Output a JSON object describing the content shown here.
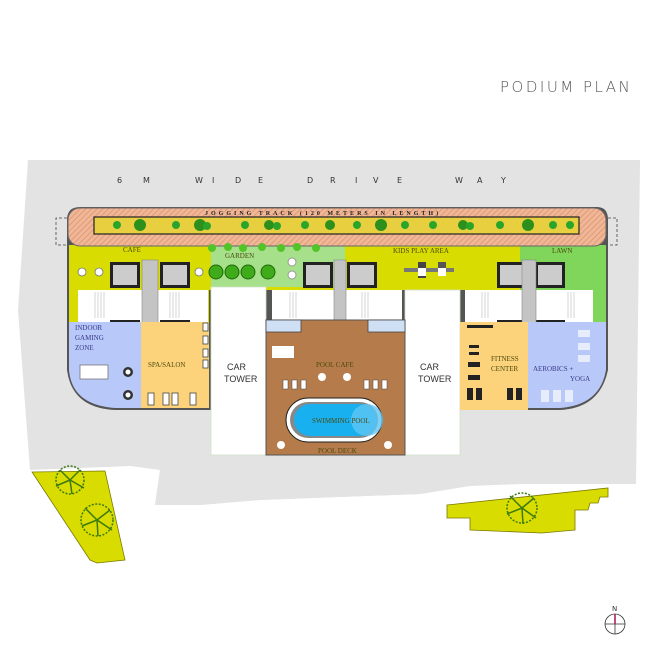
{
  "title": "PODIUM PLAN",
  "driveway_label": [
    "6",
    "M",
    "W",
    "I",
    "D",
    "E",
    "D",
    "R",
    "I",
    "V",
    "E",
    "W",
    "A",
    "Y"
  ],
  "jogging_track_label": "JOGGING TRACK (120 METERS IN LENGTH)",
  "zones": {
    "cafe": "CAFE",
    "garden": "GARDEN",
    "kids_play_area": "KIDS PLAY AREA",
    "lawn": "LAWN",
    "indoor_gaming_zone_line1": "INDOOR",
    "indoor_gaming_zone_line2": "GAMING",
    "indoor_gaming_zone_line3": "ZONE",
    "spa_salon": "SPA/SALON",
    "car_tower_left_line1": "CAR",
    "car_tower_left_line2": "TOWER",
    "pool_cafe": "POOL CAFE",
    "swimming_pool": "SWIMMING POOL",
    "pool_deck": "POOL DECK",
    "car_tower_right_line1": "CAR",
    "car_tower_right_line2": "TOWER",
    "fitness_center_line1": "FITNESS",
    "fitness_center_line2": "CENTER",
    "aerobics_yoga_line1": "AEROBICS +",
    "aerobics_yoga_line2": "YOGA"
  },
  "north_arrow": {
    "label": "N"
  },
  "colors": {
    "driveway": "#e3e3e3",
    "jogging_track": "#e8a888",
    "yellow_green": "#d9dc00",
    "lawn_green": "#7fd65a",
    "garden_green": "#a6e08a",
    "blue_zone": "#b8c8f8",
    "orange_zone": "#fcd37a",
    "pool_deck": "#b57b4a",
    "pool_water": "#18b0ee",
    "tree": "#3d7a10"
  }
}
